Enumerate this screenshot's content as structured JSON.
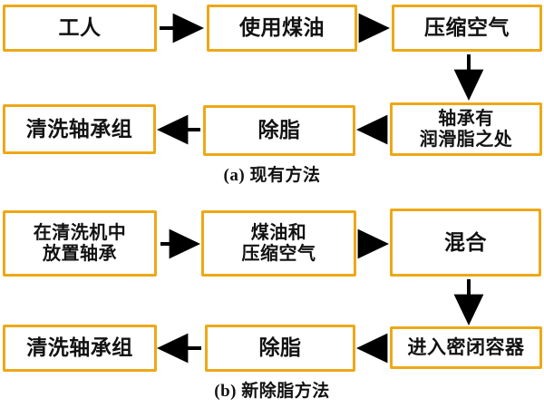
{
  "figure": {
    "background_color": "#ffffff",
    "box_border_color": "#EDA817",
    "arrow_color": "#000000",
    "text_color": "#111111"
  },
  "diagrams": [
    {
      "id": "a",
      "caption": "(a) 现有方法",
      "nodes": [
        {
          "id": "a-n1",
          "label": "工人"
        },
        {
          "id": "a-n2",
          "label": "使用煤油"
        },
        {
          "id": "a-n3",
          "label": "压缩空气"
        },
        {
          "id": "a-n4",
          "label": "轴承有\n润滑脂之处"
        },
        {
          "id": "a-n5",
          "label": "除脂"
        },
        {
          "id": "a-n6",
          "label": "清洗轴承组"
        }
      ],
      "edges": [
        {
          "from": "a-n1",
          "to": "a-n2",
          "direction": "right"
        },
        {
          "from": "a-n2",
          "to": "a-n3",
          "direction": "right"
        },
        {
          "from": "a-n3",
          "to": "a-n4",
          "direction": "down"
        },
        {
          "from": "a-n4",
          "to": "a-n5",
          "direction": "left"
        },
        {
          "from": "a-n5",
          "to": "a-n6",
          "direction": "left"
        }
      ]
    },
    {
      "id": "b",
      "caption": "(b) 新除脂方法",
      "nodes": [
        {
          "id": "b-n1",
          "label": "在清洗机中\n放置轴承"
        },
        {
          "id": "b-n2",
          "label": "煤油和\n压缩空气"
        },
        {
          "id": "b-n3",
          "label": "混合"
        },
        {
          "id": "b-n4",
          "label": "进入密闭容器"
        },
        {
          "id": "b-n5",
          "label": "除脂"
        },
        {
          "id": "b-n6",
          "label": "清洗轴承组"
        }
      ],
      "edges": [
        {
          "from": "b-n1",
          "to": "b-n2",
          "direction": "right"
        },
        {
          "from": "b-n2",
          "to": "b-n3",
          "direction": "right"
        },
        {
          "from": "b-n3",
          "to": "b-n4",
          "direction": "down"
        },
        {
          "from": "b-n4",
          "to": "b-n5",
          "direction": "left"
        },
        {
          "from": "b-n5",
          "to": "b-n6",
          "direction": "left"
        }
      ]
    }
  ]
}
